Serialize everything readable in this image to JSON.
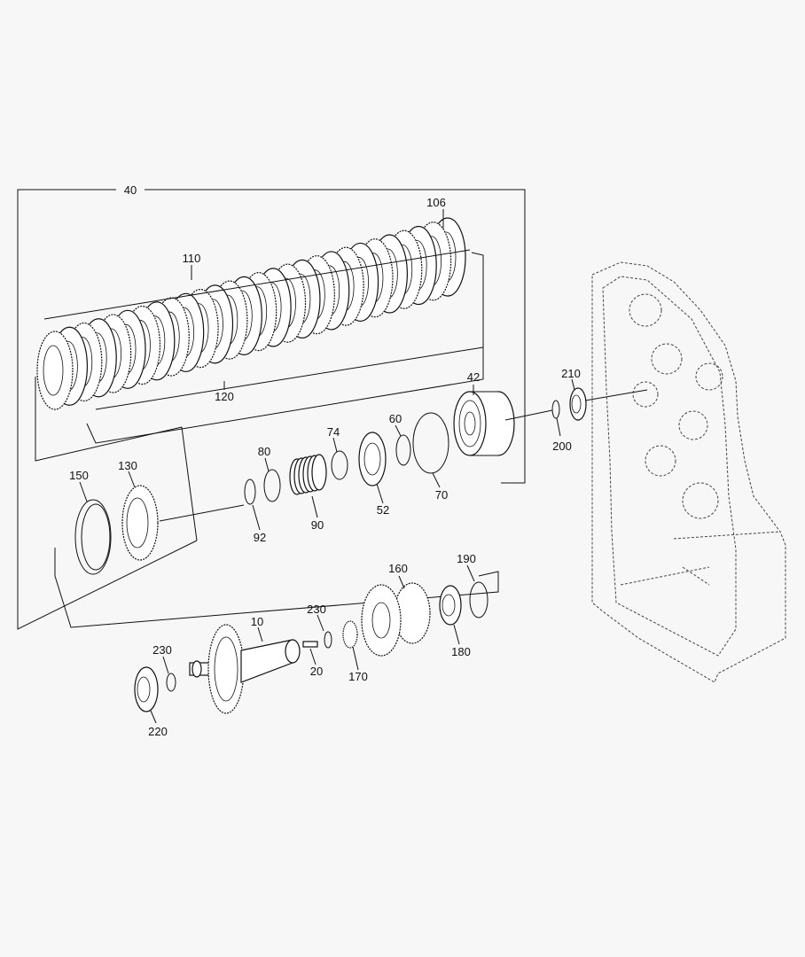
{
  "callouts": {
    "c40": "40",
    "c106": "106",
    "c110": "110",
    "c120": "120",
    "c42": "42",
    "c210": "210",
    "c200": "200",
    "c60": "60",
    "c70": "70",
    "c74": "74",
    "c52": "52",
    "c80": "80",
    "c90": "90",
    "c92": "92",
    "c130": "130",
    "c150": "150",
    "c160": "160",
    "c190": "190",
    "c180": "180",
    "c230a": "230",
    "c20": "20",
    "c170": "170",
    "c10": "10",
    "c230b": "230",
    "c220": "220"
  }
}
